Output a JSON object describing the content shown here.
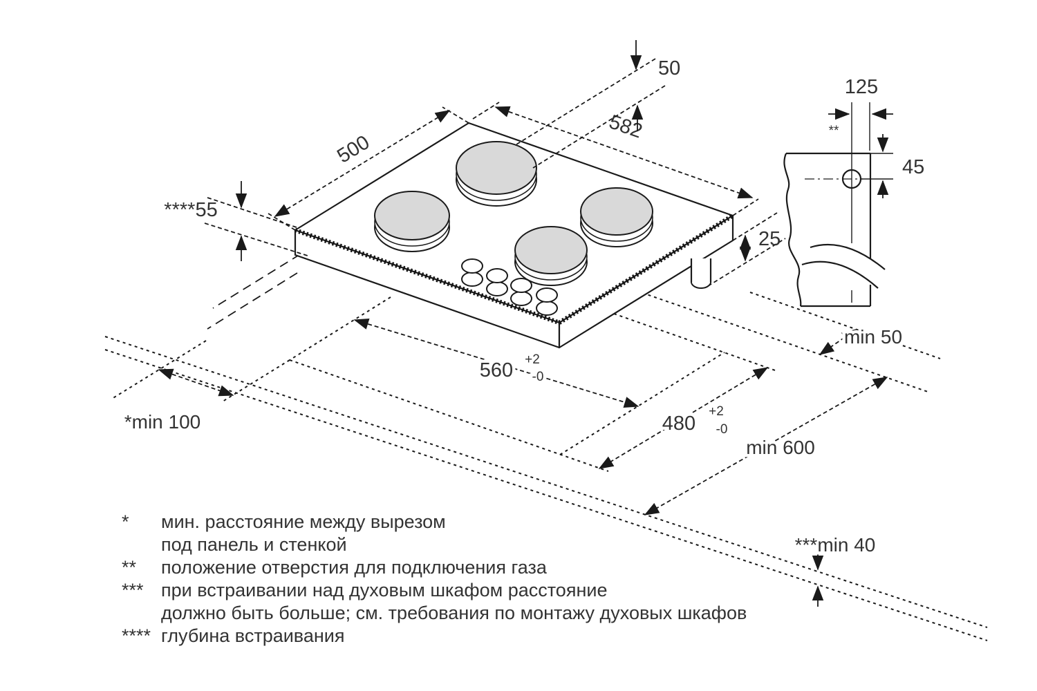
{
  "colors": {
    "line": "#1a1a1a",
    "text": "#333333",
    "burner": "#d9d9d9"
  },
  "dims": {
    "d50": "50",
    "d500": "500",
    "d582": "582",
    "d55": "****55",
    "d25": "25",
    "d125": "125",
    "d45": "45",
    "gas_marker": "**",
    "d560": "560",
    "d560_tol_plus": "+2",
    "d560_tol_minus": "-0",
    "d480": "480",
    "d480_tol_plus": "+2",
    "d480_tol_minus": "-0",
    "min50": "min 50",
    "min100": "*min 100",
    "min600": "min 600",
    "min40": "***min 40"
  },
  "footnotes": {
    "rows": [
      {
        "marker": "*",
        "text": "мин. расстояние между вырезом"
      },
      {
        "marker": "",
        "text": "под панель и стенкой"
      },
      {
        "marker": "**",
        "text": "положение отверстия для подключения газа"
      },
      {
        "marker": "***",
        "text": "при встраивании над духовым шкафом расстояние"
      },
      {
        "marker": "",
        "text": "должно быть больше; см. требования по монтажу духовых шкафов"
      },
      {
        "marker": "****",
        "text": "глубина встраивания"
      }
    ]
  }
}
